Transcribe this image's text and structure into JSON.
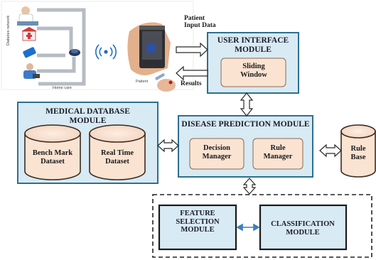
{
  "photo": {
    "network_label": "Diabetes network",
    "home_care_label": "Home care",
    "patient_label": "Patient"
  },
  "labels": {
    "patient_input": "Patient Input Data",
    "results": "Results"
  },
  "modules": {
    "user_interface": {
      "title": "USER INTERFACE MODULE",
      "sliding_window": "Sliding Window"
    },
    "medical_database": {
      "title": "MEDICAL DATABASE MODULE",
      "benchmark": "Bench Mark Dataset",
      "realtime": "Real Time Dataset"
    },
    "disease_prediction": {
      "title": "DISEASE PREDICTION MODULE",
      "decision_manager": "Decision Manager",
      "rule_manager": "Rule Manager"
    },
    "rule_base": "Rule Base",
    "feature_selection": "FEATURE SELECTION MODULE",
    "classification": "CLASSIFICATION MODULE"
  },
  "colors": {
    "module_fill": "#d8eaf3",
    "module_border": "#2f6f91",
    "inner_fill": "#fbe3d2",
    "inner_border": "#8a6a55",
    "dashed_border": "#222222"
  }
}
